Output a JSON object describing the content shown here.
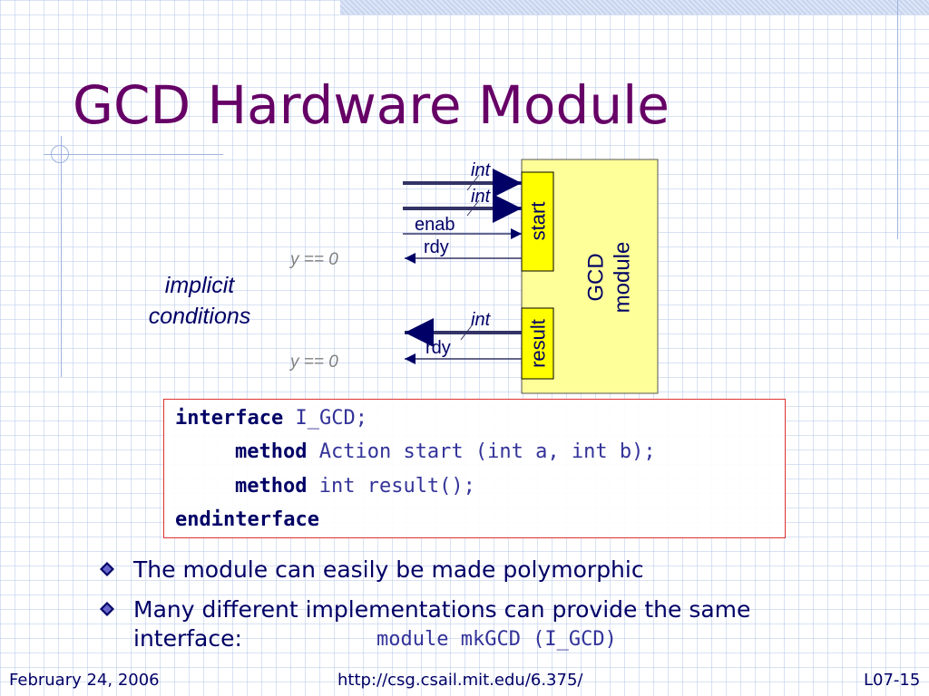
{
  "slide": {
    "title": "GCD Hardware Module",
    "implicit_conditions": [
      "implicit",
      "conditions"
    ]
  },
  "diagram": {
    "module_label": [
      "GCD",
      "module"
    ],
    "start_label": "start",
    "result_label": "result",
    "signals": {
      "int_a": "int",
      "int_b": "int",
      "enab": "enab",
      "rdy_start": "rdy",
      "int_result": "int",
      "rdy_result": "rdy"
    },
    "guards": [
      "y == 0",
      "y == 0"
    ]
  },
  "code": {
    "line1_kw": "interface",
    "line1_rest": " I_GCD;",
    "line2_kw": "method",
    "line2_rest": " Action start (int a, int b);",
    "line3_kw": "method",
    "line3_rest": " int result();",
    "line4_kw": "endinterface"
  },
  "bullets": [
    "The module can easily be made polymorphic",
    "Many different implementations can provide the same interface:"
  ],
  "bullet2_code": "module mkGCD (I_GCD)",
  "footer": {
    "date": "February 24, 2006",
    "url": "http://csg.csail.mit.edu/6.375/",
    "slide_number": "L07-15"
  },
  "colors": {
    "title": "#660066",
    "text": "#000066",
    "module_fill": "#ffff99",
    "method_fill": "#ffff00",
    "code_border": "#e03030",
    "guard_text": "#808080"
  }
}
